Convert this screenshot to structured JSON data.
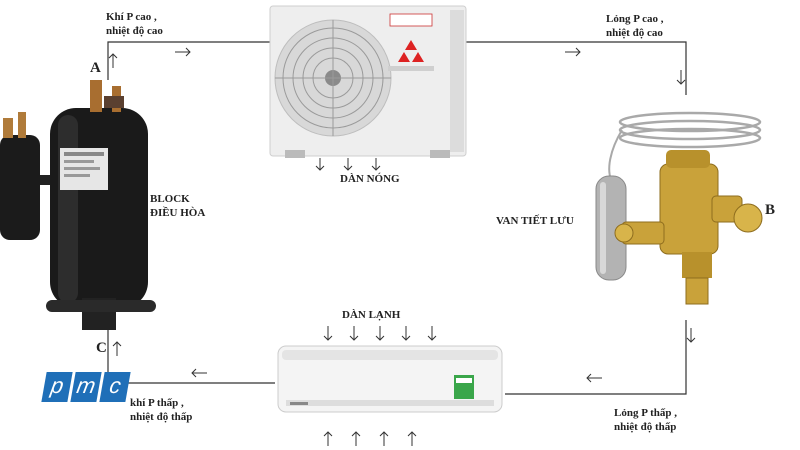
{
  "labels": {
    "top_left": [
      "Khí P cao ,",
      "nhiệt độ cao"
    ],
    "top_right": [
      "Lỏng P cao ,",
      "nhiệt độ cao"
    ],
    "bottom_right": [
      "Lỏng P thấp ,",
      "nhiệt độ thấp"
    ],
    "bottom_left": [
      "khí P thấp ,",
      "nhiệt độ thấp"
    ],
    "compressor": [
      "BLOCK",
      "ĐIỀU HÒA"
    ],
    "condenser": "DÀN NÓNG",
    "evaporator": "DÀN LẠNH",
    "valve": "VAN TIẾT LƯU"
  },
  "points": {
    "a": "A",
    "b": "B",
    "c": "C"
  },
  "logo": {
    "letters": [
      "p",
      "m",
      "c"
    ]
  },
  "colors": {
    "line": "#333333",
    "compressor_body": "#1a1a1a",
    "unit_white": "#f2f2f2",
    "brass": "#c9a23a",
    "logo_blue": "#1f6fb8"
  }
}
